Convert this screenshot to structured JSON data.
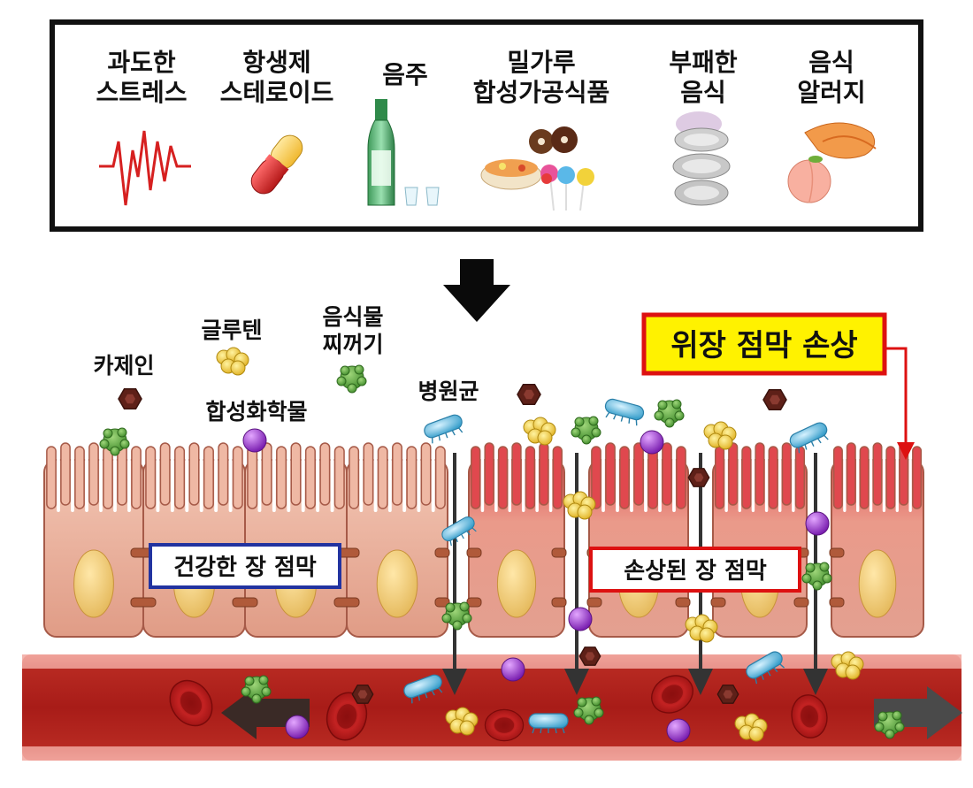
{
  "causes": [
    {
      "line1": "과도한",
      "line2": "스트레스",
      "icon": "stress-pulse-icon"
    },
    {
      "line1": "항생제",
      "line2": "스테로이드",
      "icon": "capsule-pill-icon"
    },
    {
      "line1": "음주",
      "line2": "",
      "icon": "soju-bottle-icon"
    },
    {
      "line1": "밀가루",
      "line2": "합성가공식품",
      "icon": "processed-food-icon"
    },
    {
      "line1": "부패한",
      "line2": "음식",
      "icon": "spoiled-oyster-icon"
    },
    {
      "line1": "음식",
      "line2": "알러지",
      "icon": "shrimp-peach-allergy-icon"
    }
  ],
  "particles": {
    "casein": "카제인",
    "gluten": "글루텐",
    "food_residue_1": "음식물",
    "food_residue_2": "찌꺼기",
    "synthetic_chemical": "합성화학물",
    "pathogen": "병원균"
  },
  "labels": {
    "damage_title": "위장 점막 손상",
    "healthy": "건강한 장 점막",
    "damaged": "손상된 장 점막"
  },
  "colors": {
    "casein": "#6b2a22",
    "gluten": "#e2c22a",
    "residue": "#4f9a3a",
    "chemical": "#9a3ac8",
    "pathogen": "#5ab8dd",
    "healthy_border": "#2233a0",
    "damage_border": "#dd1111",
    "title_fill": "#fff200"
  }
}
